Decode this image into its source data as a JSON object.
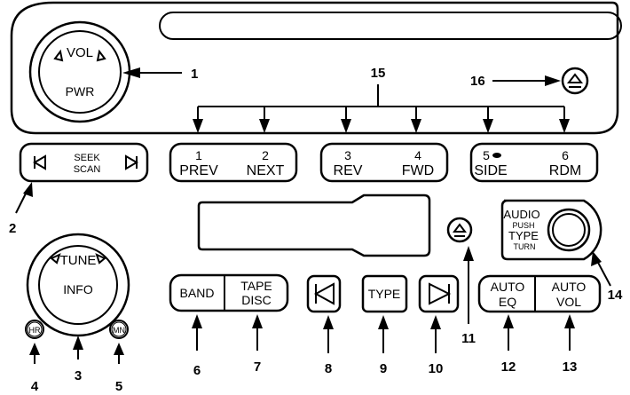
{
  "title": "Radio with Cassette and CD Player controls",
  "knob_vol": {
    "top": "VOL",
    "bottom": "PWR"
  },
  "knob_tune": {
    "top": "TUNE",
    "bottom": "INFO"
  },
  "seek": {
    "line1": "SEEK",
    "line2": "SCAN"
  },
  "presets": [
    {
      "num": "1",
      "label": "PREV"
    },
    {
      "num": "2",
      "label": "NEXT"
    },
    {
      "num": "3",
      "label": "REV"
    },
    {
      "num": "4",
      "label": "FWD"
    },
    {
      "num": "5",
      "label": "SIDE"
    },
    {
      "num": "6",
      "label": "RDM"
    }
  ],
  "hr_button": "HR",
  "mn_button": "MN",
  "band": "BAND",
  "tape_disc": {
    "line1": "TAPE",
    "line2": "DISC"
  },
  "type_button": "TYPE",
  "auto_eq": {
    "line1": "AUTO",
    "line2": "EQ"
  },
  "auto_vol": {
    "line1": "AUTO",
    "line2": "VOL"
  },
  "audio_knob": {
    "line1": "AUDIO",
    "line2": "PUSH",
    "line3": "TYPE",
    "line4": "TURN"
  },
  "callouts": [
    "1",
    "2",
    "3",
    "4",
    "5",
    "6",
    "7",
    "8",
    "9",
    "10",
    "11",
    "12",
    "13",
    "14",
    "15",
    "16"
  ]
}
